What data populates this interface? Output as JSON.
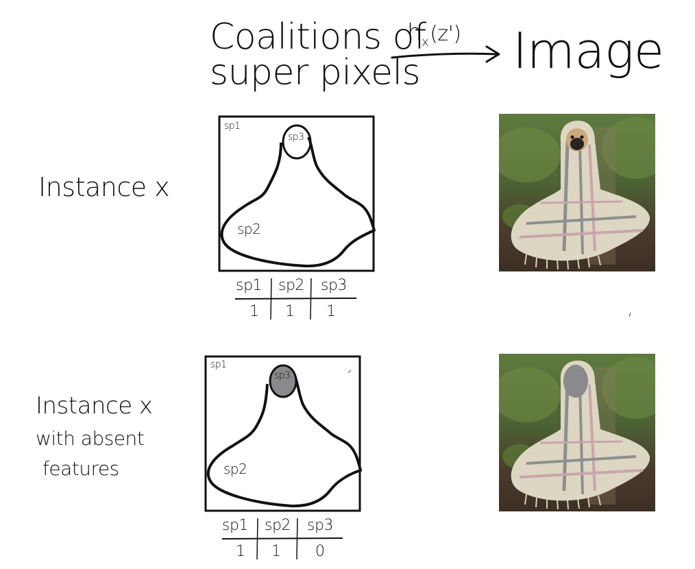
{
  "header": {
    "left_line1": "Coalitions of",
    "left_line2": "super pixels",
    "arrow_label_h": "h",
    "arrow_label_sub": "x",
    "arrow_label_arg": "(z')",
    "right": "Image"
  },
  "rows": [
    {
      "label_lines": [
        "Instance x"
      ],
      "sketch": {
        "sp1_label": "sp1",
        "sp2_label": "sp2",
        "sp3_label": "sp3",
        "sp3_absent": false
      },
      "table": {
        "headers": [
          "sp1",
          "sp2",
          "sp3"
        ],
        "values": [
          "1",
          "1",
          "1"
        ]
      }
    },
    {
      "label_lines": [
        "Instance x",
        "with absent",
        "features"
      ],
      "sketch": {
        "sp1_label": "sp1",
        "sp2_label": "sp2",
        "sp3_label": "sp3",
        "sp3_absent": true
      },
      "table": {
        "headers": [
          "sp1",
          "sp2",
          "sp3"
        ],
        "values": [
          "1",
          "1",
          "0"
        ]
      }
    }
  ],
  "colors": {
    "ink": "#111111",
    "absent_gray": "#8a8a8d",
    "blanket": "#ddd6c2",
    "stripe": "#8d8f90",
    "pink": "#c9a5ad",
    "grass": "#4f6a35",
    "ground": "#4a3a2c"
  }
}
